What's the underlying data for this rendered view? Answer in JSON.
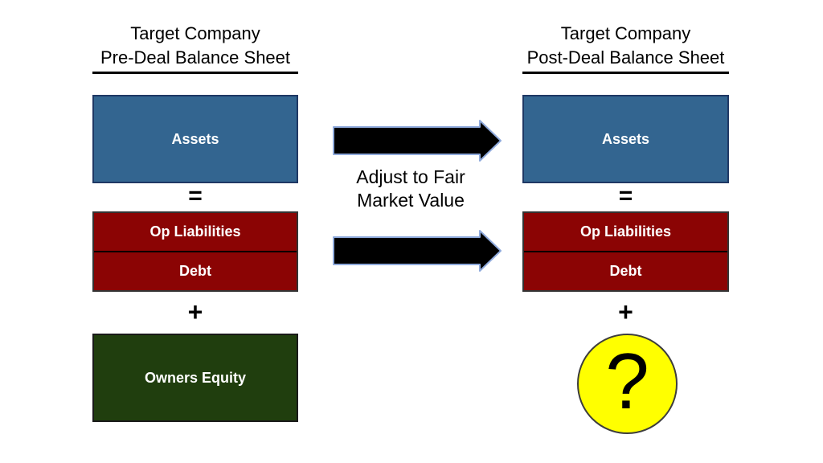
{
  "diagram": {
    "background": "#FFFFFF"
  },
  "left_panel": {
    "title_line1": "Target Company",
    "title_line2": "Pre-Deal Balance Sheet",
    "equals_sign": "=",
    "plus_sign": "+",
    "assets_box": {
      "label": "Assets",
      "fill": "#336590",
      "border": "#1F3864"
    },
    "liabilities_box": {
      "fill": "#8B0404",
      "border": "#333333",
      "rows": [
        {
          "label": "Op Liabilities"
        },
        {
          "label": "Debt"
        }
      ]
    },
    "equity_box": {
      "label": "Owners Equity",
      "fill": "#203E0E",
      "border": "#1A1A1A"
    }
  },
  "center": {
    "caption_line1": "Adjust to Fair",
    "caption_line2": "Market Value",
    "arrow_fill": "#000000",
    "arrow_outline": "#8FAADC"
  },
  "right_panel": {
    "title_line1": "Target Company",
    "title_line2": "Post-Deal Balance Sheet",
    "equals_sign": "=",
    "plus_sign": "+",
    "assets_box": {
      "label": "Assets",
      "fill": "#336590",
      "border": "#1F3864"
    },
    "liabilities_box": {
      "fill": "#8B0404",
      "border": "#333333",
      "rows": [
        {
          "label": "Op Liabilities"
        },
        {
          "label": "Debt"
        }
      ]
    },
    "unknown_circle": {
      "symbol": "?",
      "fill": "#FFFF00",
      "border": "#3D3D3D"
    }
  }
}
